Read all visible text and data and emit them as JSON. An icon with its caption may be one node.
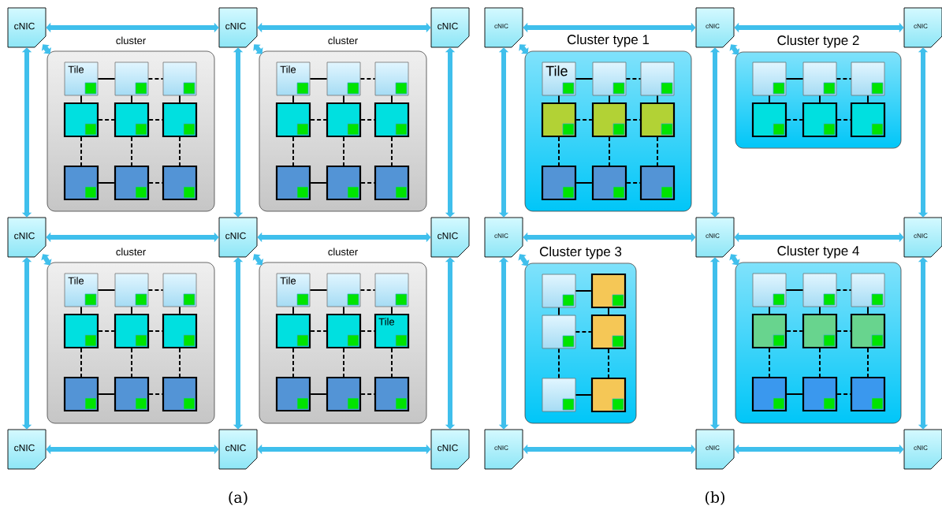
{
  "diagram": {
    "nodes": [
      {
        "text": [
          "cNIC"
        ]
      },
      {
        "text": [
          "cNIC"
        ]
      },
      {
        "text": [
          "cNIC"
        ]
      },
      {
        "text": [
          "cNIC"
        ]
      },
      {
        "text": [
          "cNIC"
        ]
      },
      {
        "text": [
          "cNIC"
        ]
      },
      {
        "text": [
          "cNIC"
        ]
      },
      {
        "text": [
          "cNIC"
        ]
      },
      {
        "text": [
          "cNIC"
        ]
      },
      {
        "text": [
          "cluster"
        ]
      },
      {
        "text": [
          "Tile"
        ],
        "in": 9
      },
      {
        "text": [],
        "shape": "box",
        "in": 9
      },
      {
        "text": [],
        "shape": "box",
        "in": 9
      },
      {
        "text": [],
        "shape": "box",
        "in": 9
      },
      {
        "text": [],
        "shape": "box",
        "in": 9
      },
      {
        "text": [],
        "shape": "box",
        "in": 9
      },
      {
        "text": [],
        "shape": "box",
        "in": 9
      },
      {
        "text": [],
        "shape": "box",
        "in": 9
      },
      {
        "text": [],
        "shape": "box",
        "in": 9
      },
      {
        "text": [
          "cluster"
        ]
      },
      {
        "text": [
          "Tile"
        ],
        "in": 19
      },
      {
        "text": [],
        "shape": "box",
        "in": 19
      },
      {
        "text": [],
        "shape": "box",
        "in": 19
      },
      {
        "text": [],
        "shape": "box",
        "in": 19
      },
      {
        "text": [],
        "shape": "box",
        "in": 19
      },
      {
        "text": [],
        "shape": "box",
        "in": 19
      },
      {
        "text": [],
        "shape": "box",
        "in": 19
      },
      {
        "text": [],
        "shape": "box",
        "in": 19
      },
      {
        "text": [],
        "shape": "box",
        "in": 19
      },
      {
        "text": [
          "cluster"
        ]
      },
      {
        "text": [
          "Tile"
        ],
        "in": 29
      },
      {
        "text": [],
        "shape": "box",
        "in": 29
      },
      {
        "text": [],
        "shape": "box",
        "in": 29
      },
      {
        "text": [],
        "shape": "box",
        "in": 29
      },
      {
        "text": [],
        "shape": "box",
        "in": 29
      },
      {
        "text": [],
        "shape": "box",
        "in": 29
      },
      {
        "text": [],
        "shape": "box",
        "in": 29
      },
      {
        "text": [],
        "shape": "box",
        "in": 29
      },
      {
        "text": [],
        "shape": "box",
        "in": 29
      },
      {
        "text": [
          "cluster"
        ]
      },
      {
        "text": [
          "Tile"
        ],
        "in": 39
      },
      {
        "text": [],
        "shape": "box",
        "in": 39
      },
      {
        "text": [],
        "shape": "box",
        "in": 39
      },
      {
        "text": [],
        "shape": "box",
        "in": 39
      },
      {
        "text": [],
        "shape": "box",
        "in": 39
      },
      {
        "text": [
          "Tile"
        ],
        "in": 39
      },
      {
        "text": [],
        "shape": "box",
        "in": 39
      },
      {
        "text": [],
        "shape": "box",
        "in": 39
      },
      {
        "text": [],
        "shape": "box",
        "in": 39
      },
      {
        "text": [
          "cNIC"
        ]
      },
      {
        "text": [
          "cNIC"
        ]
      },
      {
        "text": [
          "cNIC"
        ]
      },
      {
        "text": [
          "cNIC"
        ]
      },
      {
        "text": [
          "cNIC"
        ]
      },
      {
        "text": [
          "cNIC"
        ]
      },
      {
        "text": [
          "cNIC"
        ]
      },
      {
        "text": [
          "cNIC"
        ]
      },
      {
        "text": [
          "cNIC"
        ]
      },
      {
        "text": [
          "Cluster type 1"
        ]
      },
      {
        "text": [
          "Tile"
        ],
        "in": 58
      },
      {
        "text": [],
        "shape": "box",
        "in": 58
      },
      {
        "text": [],
        "shape": "box",
        "in": 58
      },
      {
        "text": [],
        "shape": "box",
        "in": 58
      },
      {
        "text": [],
        "shape": "box",
        "in": 58
      },
      {
        "text": [],
        "shape": "box",
        "in": 58
      },
      {
        "text": [],
        "shape": "box",
        "in": 58
      },
      {
        "text": [],
        "shape": "box",
        "in": 58
      },
      {
        "text": [],
        "shape": "box",
        "in": 58
      },
      {
        "text": [
          "Cluster type 2"
        ]
      },
      {
        "text": [],
        "shape": "box",
        "in": 68
      },
      {
        "text": [],
        "shape": "box",
        "in": 68
      },
      {
        "text": [],
        "shape": "box",
        "in": 68
      },
      {
        "text": [],
        "shape": "box",
        "in": 68
      },
      {
        "text": [],
        "shape": "box",
        "in": 68
      },
      {
        "text": [],
        "shape": "box",
        "in": 68
      },
      {
        "text": [
          "Cluster type 3"
        ]
      },
      {
        "text": [],
        "shape": "box",
        "in": 75
      },
      {
        "text": [],
        "shape": "box",
        "in": 75
      },
      {
        "text": [],
        "shape": "box",
        "in": 75
      },
      {
        "text": [],
        "shape": "box",
        "in": 75
      },
      {
        "text": [],
        "shape": "box",
        "in": 75
      },
      {
        "text": [],
        "shape": "box",
        "in": 75
      },
      {
        "text": [
          "Cluster type 4"
        ]
      },
      {
        "text": [],
        "shape": "box",
        "in": 82
      },
      {
        "text": [],
        "shape": "box",
        "in": 82
      },
      {
        "text": [],
        "shape": "box",
        "in": 82
      },
      {
        "text": [],
        "shape": "box",
        "in": 82
      },
      {
        "text": [],
        "shape": "box",
        "in": 82
      },
      {
        "text": [],
        "shape": "box",
        "in": 82
      },
      {
        "text": [],
        "shape": "box",
        "in": 82
      },
      {
        "text": [],
        "shape": "box",
        "in": 82
      },
      {
        "text": [],
        "shape": "box",
        "in": 82
      }
    ],
    "edges": [
      {
        "from": 0,
        "to": 1,
        "arrow": "both",
        "style": "thick",
        "color": "#3fbfec"
      },
      {
        "from": 1,
        "to": 2,
        "arrow": "both",
        "style": "thick",
        "color": "#3fbfec"
      },
      {
        "from": 3,
        "to": 4,
        "arrow": "both",
        "style": "thick",
        "color": "#3fbfec"
      },
      {
        "from": 4,
        "to": 5,
        "arrow": "both",
        "style": "thick",
        "color": "#3fbfec"
      },
      {
        "from": 6,
        "to": 7,
        "arrow": "both",
        "style": "thick",
        "color": "#3fbfec"
      },
      {
        "from": 7,
        "to": 8,
        "arrow": "both",
        "style": "thick",
        "color": "#3fbfec"
      },
      {
        "from": 0,
        "to": 3,
        "arrow": "both",
        "style": "thick",
        "color": "#3fbfec"
      },
      {
        "from": 3,
        "to": 6,
        "arrow": "both",
        "style": "thick",
        "color": "#3fbfec"
      },
      {
        "from": 1,
        "to": 4,
        "arrow": "both",
        "style": "thick",
        "color": "#3fbfec"
      },
      {
        "from": 4,
        "to": 7,
        "arrow": "both",
        "style": "thick",
        "color": "#3fbfec"
      },
      {
        "from": 2,
        "to": 5,
        "arrow": "both",
        "style": "thick",
        "color": "#3fbfec"
      },
      {
        "from": 5,
        "to": 8,
        "arrow": "both",
        "style": "thick",
        "color": "#3fbfec"
      },
      {
        "from": 0,
        "to": 9,
        "arrow": "both",
        "style": "thick",
        "color": "#3fbfec"
      },
      {
        "from": 1,
        "to": 19,
        "arrow": "both",
        "style": "thick",
        "color": "#3fbfec"
      },
      {
        "from": 3,
        "to": 29,
        "arrow": "both",
        "style": "thick",
        "color": "#3fbfec"
      },
      {
        "from": 4,
        "to": 39,
        "arrow": "both",
        "style": "thick",
        "color": "#3fbfec"
      },
      {
        "from": 10,
        "to": 11,
        "arrow": "none"
      },
      {
        "from": 11,
        "to": 12,
        "arrow": "none",
        "style": "dashed"
      },
      {
        "from": 13,
        "to": 14,
        "arrow": "none",
        "style": "dashed"
      },
      {
        "from": 14,
        "to": 15,
        "arrow": "none",
        "style": "dashed"
      },
      {
        "from": 16,
        "to": 17,
        "arrow": "none"
      },
      {
        "from": 17,
        "to": 18,
        "arrow": "none",
        "style": "dashed"
      },
      {
        "from": 10,
        "to": 13,
        "arrow": "none"
      },
      {
        "from": 11,
        "to": 14,
        "arrow": "none"
      },
      {
        "from": 12,
        "to": 15,
        "arrow": "none"
      },
      {
        "from": 13,
        "to": 16,
        "arrow": "none",
        "style": "dashed"
      },
      {
        "from": 14,
        "to": 17,
        "arrow": "none",
        "style": "dashed"
      },
      {
        "from": 15,
        "to": 18,
        "arrow": "none",
        "style": "dashed"
      },
      {
        "from": 20,
        "to": 21,
        "arrow": "none"
      },
      {
        "from": 21,
        "to": 22,
        "arrow": "none",
        "style": "dashed"
      },
      {
        "from": 23,
        "to": 24,
        "arrow": "none",
        "style": "dashed"
      },
      {
        "from": 24,
        "to": 25,
        "arrow": "none",
        "style": "dashed"
      },
      {
        "from": 26,
        "to": 27,
        "arrow": "none"
      },
      {
        "from": 27,
        "to": 28,
        "arrow": "none",
        "style": "dashed"
      },
      {
        "from": 20,
        "to": 23,
        "arrow": "none"
      },
      {
        "from": 21,
        "to": 24,
        "arrow": "none"
      },
      {
        "from": 22,
        "to": 25,
        "arrow": "none"
      },
      {
        "from": 23,
        "to": 26,
        "arrow": "none",
        "style": "dashed"
      },
      {
        "from": 24,
        "to": 27,
        "arrow": "none",
        "style": "dashed"
      },
      {
        "from": 25,
        "to": 28,
        "arrow": "none",
        "style": "dashed"
      },
      {
        "from": 30,
        "to": 31,
        "arrow": "none"
      },
      {
        "from": 31,
        "to": 32,
        "arrow": "none",
        "style": "dashed"
      },
      {
        "from": 33,
        "to": 34,
        "arrow": "none",
        "style": "dashed"
      },
      {
        "from": 34,
        "to": 35,
        "arrow": "none",
        "style": "dashed"
      },
      {
        "from": 36,
        "to": 37,
        "arrow": "none"
      },
      {
        "from": 37,
        "to": 38,
        "arrow": "none",
        "style": "dashed"
      },
      {
        "from": 30,
        "to": 33,
        "arrow": "none"
      },
      {
        "from": 31,
        "to": 34,
        "arrow": "none"
      },
      {
        "from": 32,
        "to": 35,
        "arrow": "none"
      },
      {
        "from": 33,
        "to": 36,
        "arrow": "none",
        "style": "dashed"
      },
      {
        "from": 34,
        "to": 37,
        "arrow": "none",
        "style": "dashed"
      },
      {
        "from": 35,
        "to": 38,
        "arrow": "none",
        "style": "dashed"
      },
      {
        "from": 40,
        "to": 41,
        "arrow": "none"
      },
      {
        "from": 41,
        "to": 42,
        "arrow": "none",
        "style": "dashed"
      },
      {
        "from": 43,
        "to": 44,
        "arrow": "none",
        "style": "dashed"
      },
      {
        "from": 44,
        "to": 45,
        "arrow": "none",
        "style": "dashed"
      },
      {
        "from": 46,
        "to": 47,
        "arrow": "none"
      },
      {
        "from": 47,
        "to": 48,
        "arrow": "none",
        "style": "dashed"
      },
      {
        "from": 40,
        "to": 43,
        "arrow": "none"
      },
      {
        "from": 41,
        "to": 44,
        "arrow": "none"
      },
      {
        "from": 42,
        "to": 45,
        "arrow": "none"
      },
      {
        "from": 43,
        "to": 46,
        "arrow": "none",
        "style": "dashed"
      },
      {
        "from": 44,
        "to": 47,
        "arrow": "none",
        "style": "dashed"
      },
      {
        "from": 45,
        "to": 48,
        "arrow": "none",
        "style": "dashed"
      },
      {
        "from": 49,
        "to": 50,
        "arrow": "both",
        "style": "thick",
        "color": "#3fbfec"
      },
      {
        "from": 50,
        "to": 51,
        "arrow": "both",
        "style": "thick",
        "color": "#3fbfec"
      },
      {
        "from": 52,
        "to": 53,
        "arrow": "both",
        "style": "thick",
        "color": "#3fbfec"
      },
      {
        "from": 53,
        "to": 54,
        "arrow": "both",
        "style": "thick",
        "color": "#3fbfec"
      },
      {
        "from": 55,
        "to": 56,
        "arrow": "both",
        "style": "thick",
        "color": "#3fbfec"
      },
      {
        "from": 56,
        "to": 57,
        "arrow": "both",
        "style": "thick",
        "color": "#3fbfec"
      },
      {
        "from": 49,
        "to": 52,
        "arrow": "both",
        "style": "thick",
        "color": "#3fbfec"
      },
      {
        "from": 52,
        "to": 55,
        "arrow": "both",
        "style": "thick",
        "color": "#3fbfec"
      },
      {
        "from": 50,
        "to": 53,
        "arrow": "both",
        "style": "thick",
        "color": "#3fbfec"
      },
      {
        "from": 53,
        "to": 56,
        "arrow": "both",
        "style": "thick",
        "color": "#3fbfec"
      },
      {
        "from": 51,
        "to": 54,
        "arrow": "both",
        "style": "thick",
        "color": "#3fbfec"
      },
      {
        "from": 54,
        "to": 57,
        "arrow": "both",
        "style": "thick",
        "color": "#3fbfec"
      },
      {
        "from": 49,
        "to": 58,
        "arrow": "both",
        "style": "thick",
        "color": "#3fbfec"
      },
      {
        "from": 50,
        "to": 68,
        "arrow": "both",
        "style": "thick",
        "color": "#3fbfec"
      },
      {
        "from": 52,
        "to": 75,
        "arrow": "both",
        "style": "thick",
        "color": "#3fbfec"
      },
      {
        "from": 53,
        "to": 82,
        "arrow": "both",
        "style": "thick",
        "color": "#3fbfec"
      },
      {
        "from": 59,
        "to": 60,
        "arrow": "none"
      },
      {
        "from": 60,
        "to": 61,
        "arrow": "none",
        "style": "dashed"
      },
      {
        "from": 62,
        "to": 63,
        "arrow": "none",
        "style": "dashed"
      },
      {
        "from": 63,
        "to": 64,
        "arrow": "none",
        "style": "dashed"
      },
      {
        "from": 65,
        "to": 66,
        "arrow": "none"
      },
      {
        "from": 66,
        "to": 67,
        "arrow": "none",
        "style": "dashed"
      },
      {
        "from": 59,
        "to": 62,
        "arrow": "none"
      },
      {
        "from": 60,
        "to": 63,
        "arrow": "none"
      },
      {
        "from": 61,
        "to": 64,
        "arrow": "none"
      },
      {
        "from": 62,
        "to": 65,
        "arrow": "none",
        "style": "dashed"
      },
      {
        "from": 63,
        "to": 66,
        "arrow": "none",
        "style": "dashed"
      },
      {
        "from": 64,
        "to": 67,
        "arrow": "none",
        "style": "dashed"
      },
      {
        "from": 69,
        "to": 70,
        "arrow": "none"
      },
      {
        "from": 70,
        "to": 71,
        "arrow": "none",
        "style": "dashed"
      },
      {
        "from": 72,
        "to": 73,
        "arrow": "none",
        "style": "dashed"
      },
      {
        "from": 73,
        "to": 74,
        "arrow": "none",
        "style": "dashed"
      },
      {
        "from": 69,
        "to": 72,
        "arrow": "none"
      },
      {
        "from": 70,
        "to": 73,
        "arrow": "none"
      },
      {
        "from": 71,
        "to": 74,
        "arrow": "none"
      },
      {
        "from": 76,
        "to": 77,
        "arrow": "none"
      },
      {
        "from": 78,
        "to": 79,
        "arrow": "none",
        "style": "dashed"
      },
      {
        "from": 80,
        "to": 81,
        "arrow": "none"
      },
      {
        "from": 76,
        "to": 78,
        "arrow": "none"
      },
      {
        "from": 77,
        "to": 79,
        "arrow": "none"
      },
      {
        "from": 78,
        "to": 80,
        "arrow": "none",
        "style": "dashed"
      },
      {
        "from": 79,
        "to": 81,
        "arrow": "none",
        "style": "dashed"
      },
      {
        "from": 83,
        "to": 84,
        "arrow": "none"
      },
      {
        "from": 84,
        "to": 85,
        "arrow": "none",
        "style": "dashed"
      },
      {
        "from": 86,
        "to": 87,
        "arrow": "none",
        "style": "dashed"
      },
      {
        "from": 87,
        "to": 88,
        "arrow": "none",
        "style": "dashed"
      },
      {
        "from": 89,
        "to": 90,
        "arrow": "none"
      },
      {
        "from": 90,
        "to": 91,
        "arrow": "none",
        "style": "dashed"
      },
      {
        "from": 83,
        "to": 86,
        "arrow": "none"
      },
      {
        "from": 84,
        "to": 87,
        "arrow": "none"
      },
      {
        "from": 85,
        "to": 88,
        "arrow": "none"
      },
      {
        "from": 86,
        "to": 89,
        "arrow": "none",
        "style": "dashed"
      },
      {
        "from": 87,
        "to": 90,
        "arrow": "none",
        "style": "dashed"
      },
      {
        "from": 88,
        "to": 91,
        "arrow": "none",
        "style": "dashed"
      }
    ],
    "labels": [
      "(a)",
      "(b)"
    ]
  }
}
